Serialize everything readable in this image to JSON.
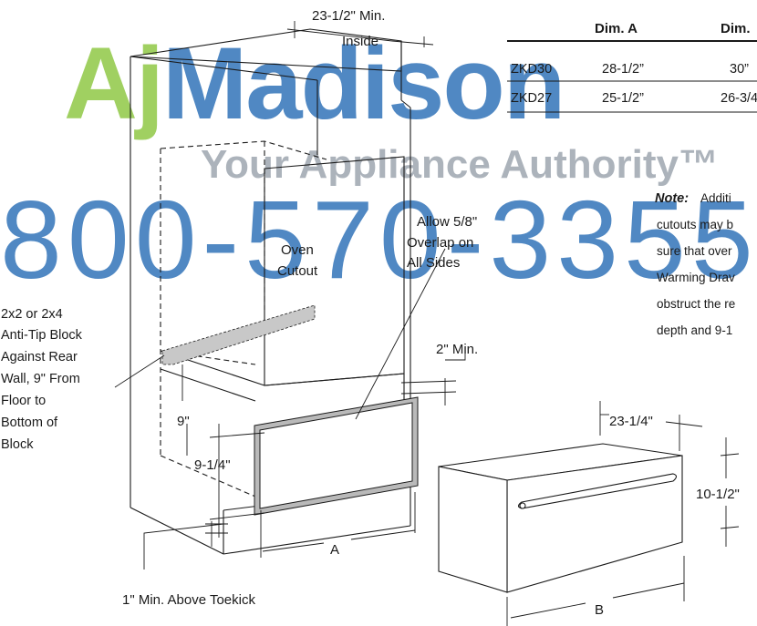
{
  "watermark": {
    "brand": "AjMadison",
    "tagline": "Your Appliance Authority™",
    "phone": "800-570-3355",
    "colors": {
      "green": "#8cc63f",
      "blue": "#2a6fb7",
      "grey": "#9aa3ad"
    }
  },
  "table": {
    "headers": [
      "Dim. A",
      "Dim."
    ],
    "rows": [
      {
        "model": "ZKD30",
        "dim_a": "28-1/2”",
        "dim_b": "30”"
      },
      {
        "model": "ZKD27",
        "dim_a": "25-1/2”",
        "dim_b": "26-3/4"
      }
    ]
  },
  "note": {
    "label": "Note:",
    "lines": [
      "Additi",
      "cutouts may b",
      "sure that over",
      "Warming Drav",
      "obstruct the re",
      "depth and 9-1"
    ]
  },
  "labels": {
    "top_min": "23-1/2\" Min.",
    "top_inside": "Inside",
    "oven_line1": "Oven",
    "oven_line2": "Cutout",
    "allow_1": "Allow 5/8\"",
    "allow_2": "Overlap on",
    "allow_3": "All Sides",
    "block_lines": [
      "2x2 or 2x4",
      "Anti-Tip Block",
      "Against Rear",
      "Wall, 9\" From",
      "Floor to",
      "Bottom of",
      "Block"
    ],
    "two_min": "2\" Min.",
    "nine": "9\"",
    "nine_quarter": "9-1/4\"",
    "dim_a": "A",
    "dim_b": "B",
    "toekick": "1\" Min. Above Toekick",
    "drawer_depth": "23-1/4\"",
    "drawer_height": "10-1/2\""
  }
}
